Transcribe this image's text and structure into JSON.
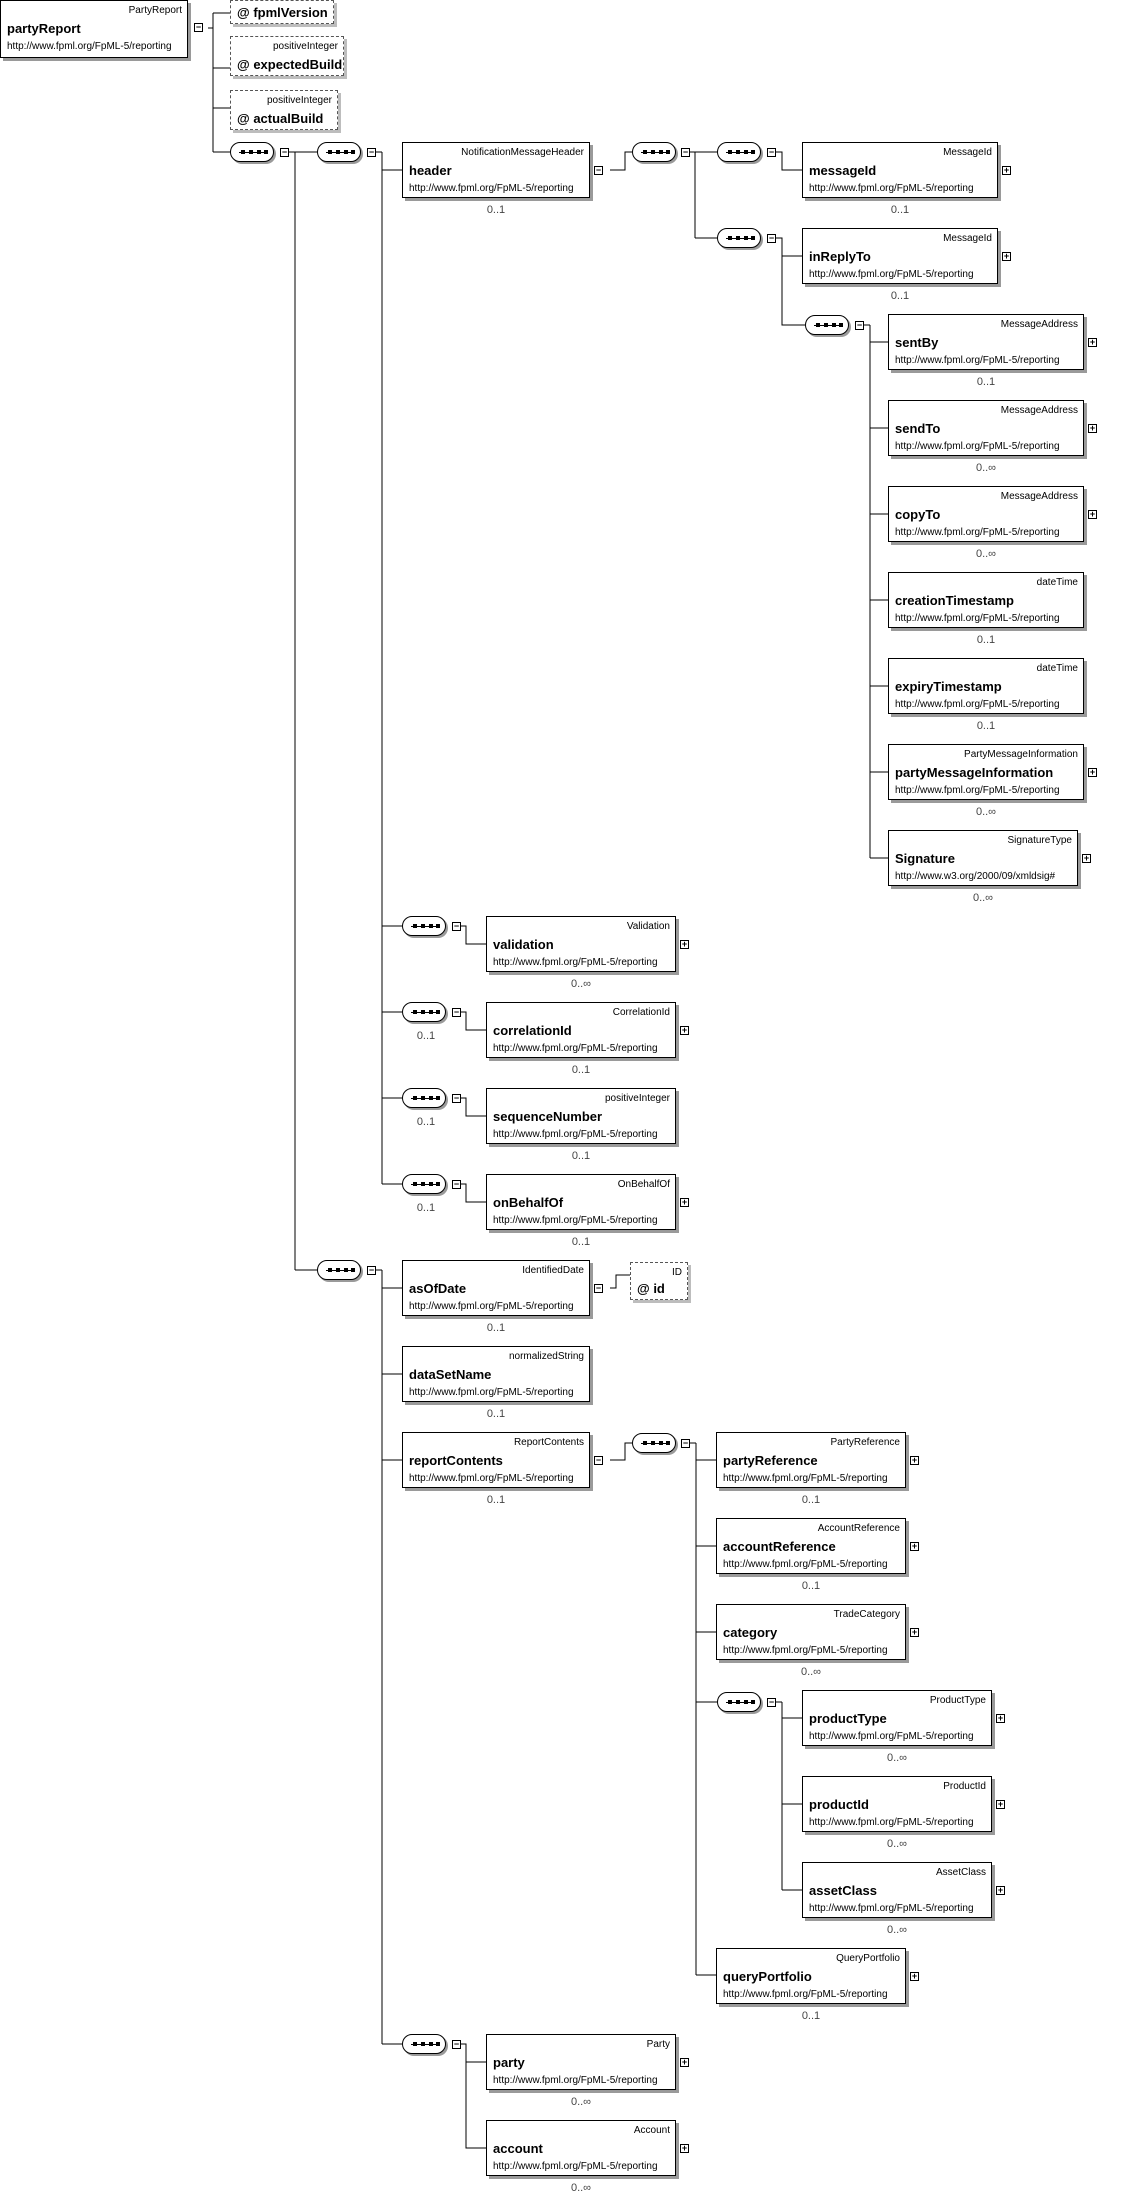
{
  "root": {
    "type": "PartyReport",
    "name": "partyReport",
    "ns": "http://www.fpml.org/FpML-5/reporting"
  },
  "attrs": {
    "fpmlVersion": {
      "at": "@",
      "name": "fpmlVersion"
    },
    "expectedBuild": {
      "type": "positiveInteger",
      "at": "@",
      "name": "expectedBuild"
    },
    "actualBuild": {
      "type": "positiveInteger",
      "at": "@",
      "name": "actualBuild"
    },
    "id": {
      "type": "ID",
      "at": "@",
      "name": "id"
    }
  },
  "elements": {
    "header": {
      "type": "NotificationMessageHeader",
      "name": "header",
      "ns": "http://www.fpml.org/FpML-5/reporting",
      "card": "0..1"
    },
    "messageId": {
      "type": "MessageId",
      "name": "messageId",
      "ns": "http://www.fpml.org/FpML-5/reporting",
      "card": "0..1"
    },
    "inReplyTo": {
      "type": "MessageId",
      "name": "inReplyTo",
      "ns": "http://www.fpml.org/FpML-5/reporting",
      "card": "0..1"
    },
    "sentBy": {
      "type": "MessageAddress",
      "name": "sentBy",
      "ns": "http://www.fpml.org/FpML-5/reporting",
      "card": "0..1"
    },
    "sendTo": {
      "type": "MessageAddress",
      "name": "sendTo",
      "ns": "http://www.fpml.org/FpML-5/reporting",
      "card": "0..∞"
    },
    "copyTo": {
      "type": "MessageAddress",
      "name": "copyTo",
      "ns": "http://www.fpml.org/FpML-5/reporting",
      "card": "0..∞"
    },
    "creationTimestamp": {
      "type": "dateTime",
      "name": "creationTimestamp",
      "ns": "http://www.fpml.org/FpML-5/reporting",
      "card": "0..1"
    },
    "expiryTimestamp": {
      "type": "dateTime",
      "name": "expiryTimestamp",
      "ns": "http://www.fpml.org/FpML-5/reporting",
      "card": "0..1"
    },
    "partyMessageInformation": {
      "type": "PartyMessageInformation",
      "name": "partyMessageInformation",
      "ns": "http://www.fpml.org/FpML-5/reporting",
      "card": "0..∞"
    },
    "signature": {
      "type": "SignatureType",
      "name": "Signature",
      "ns": "http://www.w3.org/2000/09/xmldsig#",
      "card": "0..∞"
    },
    "validation": {
      "type": "Validation",
      "name": "validation",
      "ns": "http://www.fpml.org/FpML-5/reporting",
      "card": "0..∞"
    },
    "correlationId": {
      "type": "CorrelationId",
      "name": "correlationId",
      "ns": "http://www.fpml.org/FpML-5/reporting",
      "card": "0..1"
    },
    "sequenceNumber": {
      "type": "positiveInteger",
      "name": "sequenceNumber",
      "ns": "http://www.fpml.org/FpML-5/reporting",
      "card": "0..1"
    },
    "onBehalfOf": {
      "type": "OnBehalfOf",
      "name": "onBehalfOf",
      "ns": "http://www.fpml.org/FpML-5/reporting",
      "card": "0..1"
    },
    "asOfDate": {
      "type": "IdentifiedDate",
      "name": "asOfDate",
      "ns": "http://www.fpml.org/FpML-5/reporting",
      "card": "0..1"
    },
    "dataSetName": {
      "type": "normalizedString",
      "name": "dataSetName",
      "ns": "http://www.fpml.org/FpML-5/reporting",
      "card": "0..1"
    },
    "reportContents": {
      "type": "ReportContents",
      "name": "reportContents",
      "ns": "http://www.fpml.org/FpML-5/reporting",
      "card": "0..1"
    },
    "partyReference": {
      "type": "PartyReference",
      "name": "partyReference",
      "ns": "http://www.fpml.org/FpML-5/reporting",
      "card": "0..1"
    },
    "accountReference": {
      "type": "AccountReference",
      "name": "accountReference",
      "ns": "http://www.fpml.org/FpML-5/reporting",
      "card": "0..1"
    },
    "category": {
      "type": "TradeCategory",
      "name": "category",
      "ns": "http://www.fpml.org/FpML-5/reporting",
      "card": "0..∞"
    },
    "productType": {
      "type": "ProductType",
      "name": "productType",
      "ns": "http://www.fpml.org/FpML-5/reporting",
      "card": "0..∞"
    },
    "productId": {
      "type": "ProductId",
      "name": "productId",
      "ns": "http://www.fpml.org/FpML-5/reporting",
      "card": "0..∞"
    },
    "assetClass": {
      "type": "AssetClass",
      "name": "assetClass",
      "ns": "http://www.fpml.org/FpML-5/reporting",
      "card": "0..∞"
    },
    "queryPortfolio": {
      "type": "QueryPortfolio",
      "name": "queryPortfolio",
      "ns": "http://www.fpml.org/FpML-5/reporting",
      "card": "0..1"
    },
    "party": {
      "type": "Party",
      "name": "party",
      "ns": "http://www.fpml.org/FpML-5/reporting",
      "card": "0..∞"
    },
    "account": {
      "type": "Account",
      "name": "account",
      "ns": "http://www.fpml.org/FpML-5/reporting",
      "card": "0..∞"
    }
  },
  "sequence_cards": {
    "correlationId": "0..1",
    "sequenceNumber": "0..1",
    "onBehalfOf": "0..1"
  }
}
